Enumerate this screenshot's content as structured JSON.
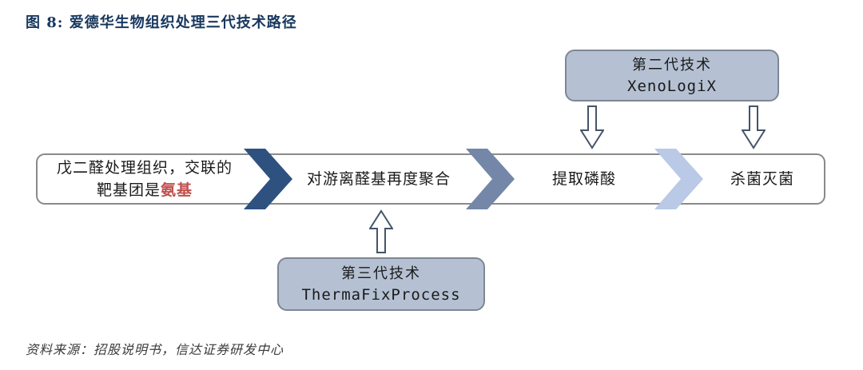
{
  "figure": {
    "title": "图 8: 爱德华生物组织处理三代技术路径",
    "source": "资料来源：招股说明书，信达证券研发中心"
  },
  "flow": {
    "steps": [
      {
        "line1": "戊二醛处理组织，交联的",
        "line2_prefix": "靶基团是",
        "line2_highlight": "氨基"
      },
      {
        "text": "对游离醛基再度聚合"
      },
      {
        "text": "提取磷酸"
      },
      {
        "text": "杀菌灭菌"
      }
    ],
    "separator_colors": [
      "#2e5180",
      "#7487a8",
      "#b9c9e6"
    ]
  },
  "callouts": {
    "gen2": {
      "line1": "第二代技术",
      "line2": "XenoLogiX"
    },
    "gen3": {
      "line1": "第三代技术",
      "line2": "ThermaFixProcess"
    }
  },
  "colors": {
    "title_navy": "#17375e",
    "highlight_red": "#c0504d",
    "callout_fill": "#b5c1d3",
    "callout_border": "#7d8795",
    "band_border": "#8a8a8a",
    "arrow_outline": "#44546a"
  }
}
